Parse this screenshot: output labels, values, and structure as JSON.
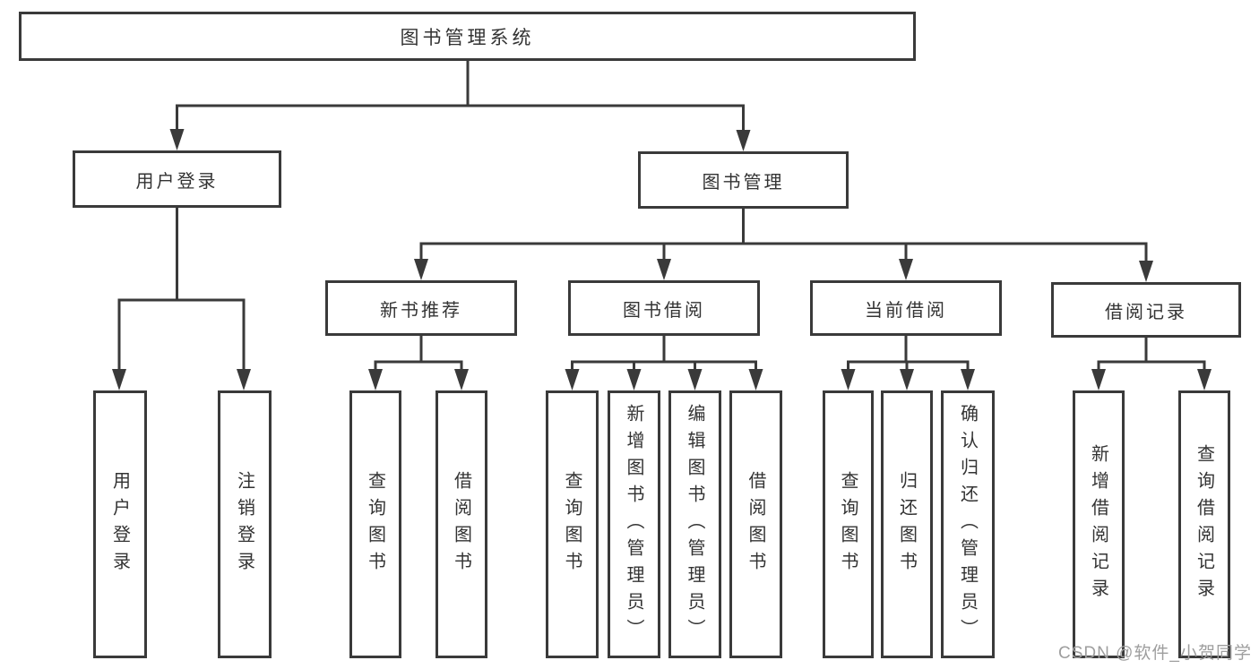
{
  "tree": {
    "root": {
      "label": "图书管理系统"
    },
    "branches": [
      {
        "label": "用户登录",
        "leaves": [
          "用户登录",
          "注销登录"
        ]
      },
      {
        "label": "图书管理",
        "sections": [
          {
            "label": "新书推荐",
            "leaves": [
              "查询图书",
              "借阅图书"
            ]
          },
          {
            "label": "图书借阅",
            "leaves": [
              "查询图书",
              "新增图书（管理员）",
              "编辑图书（管理员）",
              "借阅图书"
            ]
          },
          {
            "label": "当前借阅",
            "leaves": [
              "查询图书",
              "归还图书",
              "确认归还（管理员）"
            ]
          },
          {
            "label": "借阅记录",
            "leaves": [
              "新增借阅记录",
              "查询借阅记录"
            ]
          }
        ]
      }
    ]
  },
  "watermark": "CSDN @软件_小贺同学",
  "colors": {
    "line": "#3a3a3a",
    "text": "#333333",
    "watermark": "#9e9e9e",
    "background": "#ffffff"
  }
}
